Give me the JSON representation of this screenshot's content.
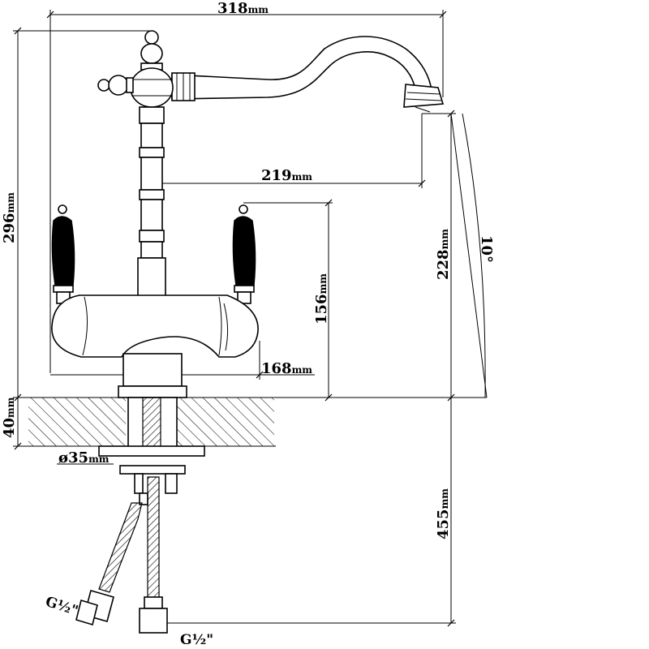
{
  "dimensions": {
    "overall_width": "318",
    "overall_height": "296",
    "spout_reach": "219",
    "spout_height": "228",
    "handle_height": "156",
    "body_width": "168",
    "deck_thickness": "40",
    "hole_diameter": "ø35",
    "hose_length": "455",
    "spout_angle": "10°",
    "unit": "mm"
  },
  "connections": {
    "left": "G½\"",
    "right": "G½\""
  }
}
